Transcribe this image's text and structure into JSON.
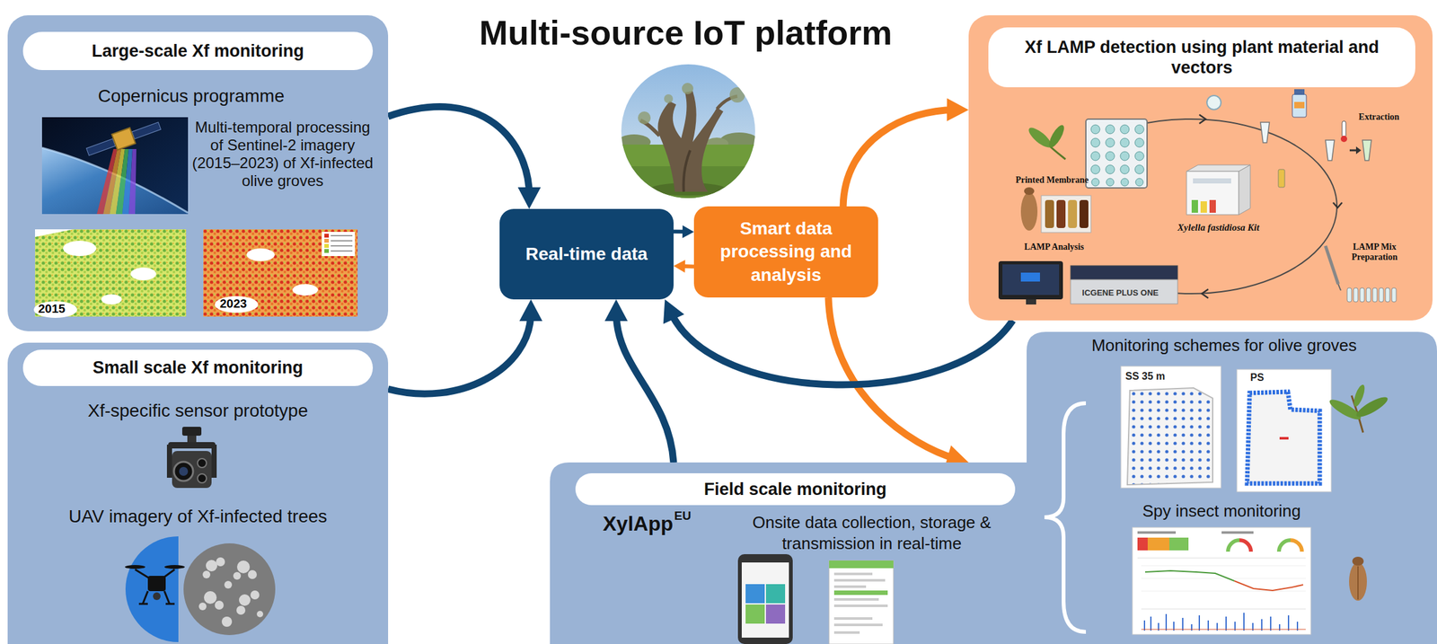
{
  "diagram": {
    "title": "Multi-source IoT platform",
    "nodes": [
      {
        "text": [
          "Large-scale Xf monitoring",
          "Copernicus programme",
          "Multi-temporal processing of Sentinel-2 imagery (2015–2023) of Xf-infected olive groves"
        ]
      },
      {
        "text": [
          "Small scale Xf monitoring",
          "Xf-specific sensor prototype",
          "UAV imagery of Xf-infected trees"
        ]
      },
      {
        "text": [
          "Real-time data"
        ]
      },
      {
        "text": [
          "Smart data processing and analysis"
        ]
      },
      {
        "text": [
          "Xf LAMP detection using plant material and vectors"
        ]
      },
      {
        "text": [
          "Field scale monitoring",
          "XylApp",
          "EU",
          "Onsite data collection, storage & transmission in real-time",
          "Monitoring schemes for olive groves",
          "Spy insect monitoring"
        ]
      }
    ],
    "edges": [
      {
        "from": 0,
        "to": 2,
        "arrow": "to"
      },
      {
        "from": 1,
        "to": 2,
        "arrow": "to"
      },
      {
        "from": 5,
        "to": 2,
        "arrow": "to"
      },
      {
        "from": 2,
        "to": 3,
        "arrow": "to"
      },
      {
        "from": 3,
        "to": 2,
        "arrow": "to"
      },
      {
        "from": 3,
        "to": 4,
        "arrow": "to"
      },
      {
        "from": 3,
        "to": 5,
        "arrow": "to"
      },
      {
        "from": 4,
        "to": 2,
        "arrow": "to"
      }
    ],
    "labels": [
      "2015",
      "2023",
      "Printed Membrane",
      "Xylella fastidiosa Kit",
      "Extraction",
      "LAMP Mix Preparation",
      "LAMP Analysis",
      "ICGENE PLUS ONE",
      "SS 35 m",
      "PS"
    ]
  }
}
